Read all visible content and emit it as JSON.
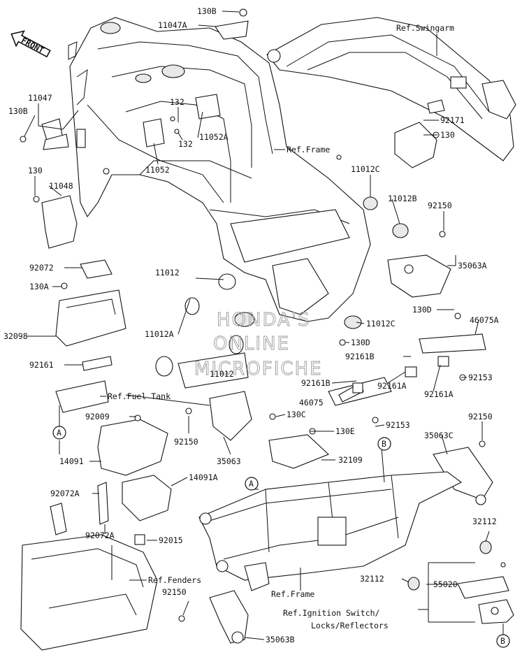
{
  "front_arrow": "FRONT",
  "watermark": [
    "HONDA'S",
    "ONLINE",
    "MICROFICHE"
  ],
  "labels": {
    "l_130B_top": "130B",
    "l_11047A": "11047A",
    "l_ref_swingarm": "Ref.Swingarm",
    "l_11047": "11047",
    "l_130B_left": "130B",
    "l_132a": "132",
    "l_132b": "132",
    "l_11052A": "11052A",
    "l_92171": "92171",
    "l_130_r": "130",
    "l_11052": "11052",
    "l_ref_frame_top": "Ref.Frame",
    "l_130_left": "130",
    "l_11048": "11048",
    "l_11012C_top": "11012C",
    "l_11012B": "11012B",
    "l_92150_top": "92150",
    "l_35063A": "35063A",
    "l_92072": "92072",
    "l_11012": "11012",
    "l_130A": "130A",
    "l_130D_r": "130D",
    "l_46075A": "46075A",
    "l_32098": "32098",
    "l_11012A": "11012A",
    "l_11012C_mid": "11012C",
    "l_130D_mid": "130D",
    "l_92161": "92161",
    "l_11012_mid": "11012",
    "l_92161B_a": "92161B",
    "l_92161B_b": "92161B",
    "l_92153_r": "92153",
    "l_92161A_a": "92161A",
    "l_92161A_b": "92161A",
    "l_ref_fuel": "Ref.Fuel Tank",
    "l_46075": "46075",
    "l_92009": "92009",
    "l_130C": "130C",
    "l_92153_mid": "92153",
    "l_92150_right": "92150",
    "l_92150_mid": "92150",
    "l_130E": "130E",
    "l_35063C": "35063C",
    "l_14091": "14091",
    "l_35063": "35063",
    "l_32109": "32109",
    "l_14091A": "14091A",
    "l_92072A_a": "92072A",
    "l_92072A_b": "92072A",
    "l_92015": "92015",
    "l_32112_r": "32112",
    "l_ref_fenders": "Ref.Fenders",
    "l_32112_b": "32112",
    "l_55020": "55020",
    "l_92150_bot": "92150",
    "l_ref_frame_bot": "Ref.Frame",
    "l_ref_ign1": "Ref.Ignition Switch/",
    "l_ref_ign2": "Locks/Reflectors",
    "l_35063B": "35063B"
  },
  "markers": {
    "mA_left": "A",
    "mA_frame": "A",
    "mB_top": "B",
    "mB_bot": "B"
  }
}
